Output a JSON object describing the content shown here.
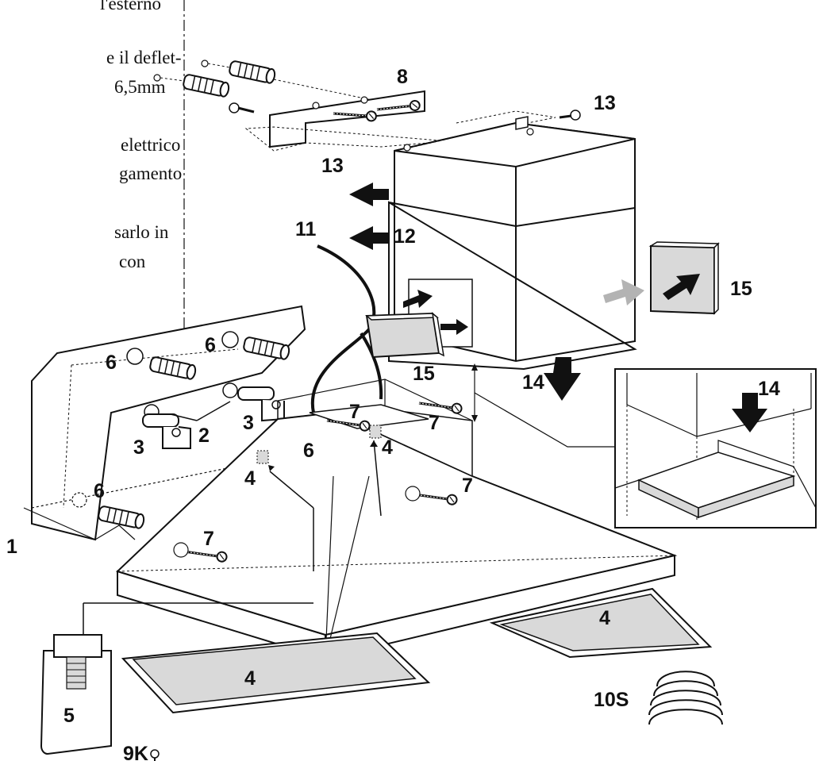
{
  "instructions": {
    "lines": [
      "l'esterno",
      "e il deflet-",
      "6,5mm",
      "elettrico",
      "gamento",
      "sarlo in",
      "con"
    ]
  },
  "callouts": {
    "c1": "1",
    "c2": "2",
    "c3a": "3",
    "c3b": "3",
    "c4a": "4",
    "c4b": "4",
    "c4c": "4",
    "c4d": "4",
    "c5": "5",
    "c6a": "6",
    "c6b": "6",
    "c6c": "6",
    "c6d": "6",
    "c7a": "7",
    "c7b": "7",
    "c7c": "7",
    "c7d": "7",
    "c8": "8",
    "c9k": "9K",
    "c10s": "10S",
    "c11": "11",
    "c12": "12",
    "c13a": "13",
    "c13b": "13",
    "c14a": "14",
    "c14b": "14",
    "c15a": "15",
    "c15b": "15"
  },
  "colors": {
    "line": "#111111",
    "filter_gray": "#d9d9d9",
    "arrow_light": "#b3b3b3"
  }
}
